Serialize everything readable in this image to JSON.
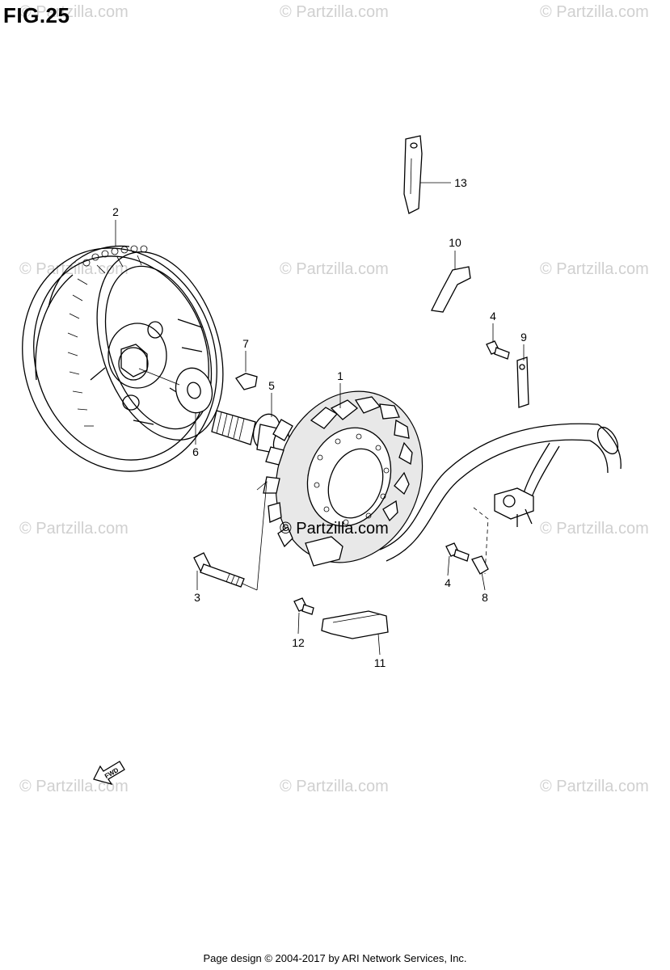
{
  "figure": {
    "title": "FIG.25"
  },
  "watermark": {
    "text": "© Partzilla.com",
    "center_text": "© Partzilla.com"
  },
  "fwd_label": "FWD",
  "callouts": [
    {
      "id": "1",
      "label": "1"
    },
    {
      "id": "2",
      "label": "2"
    },
    {
      "id": "3",
      "label": "3"
    },
    {
      "id": "4a",
      "label": "4"
    },
    {
      "id": "4b",
      "label": "4"
    },
    {
      "id": "5",
      "label": "5"
    },
    {
      "id": "6",
      "label": "6"
    },
    {
      "id": "7",
      "label": "7"
    },
    {
      "id": "8",
      "label": "8"
    },
    {
      "id": "9",
      "label": "9"
    },
    {
      "id": "10",
      "label": "10"
    },
    {
      "id": "11",
      "label": "11"
    },
    {
      "id": "12",
      "label": "12"
    },
    {
      "id": "13",
      "label": "13"
    }
  ],
  "footer": {
    "text": "Page design © 2004-2017 by ARI Network Services, Inc."
  }
}
